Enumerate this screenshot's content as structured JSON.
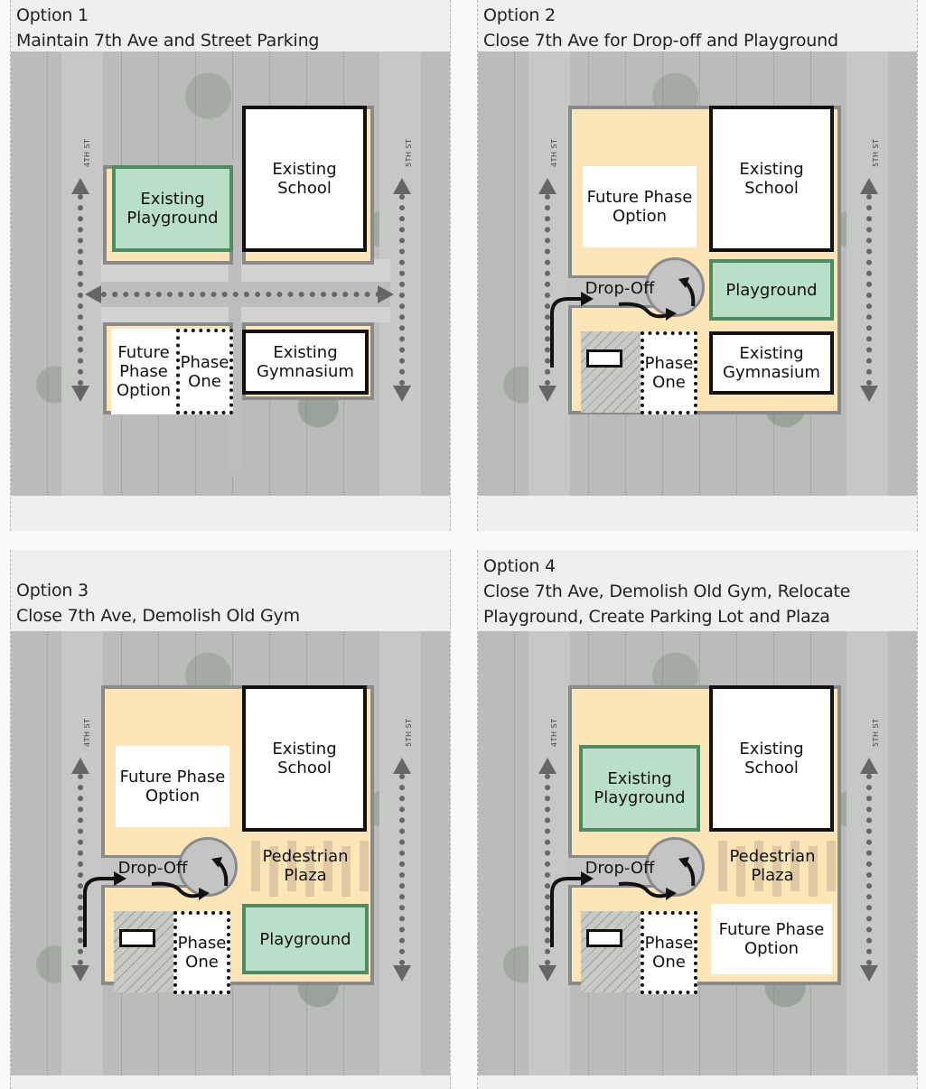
{
  "options": [
    {
      "number": "Option 1",
      "title": "Maintain 7th Ave and Street Parking",
      "labels": {
        "school": "Existing School",
        "playground": "Existing Playground",
        "gym": "Existing Gymnasium",
        "future": "Future Phase Option",
        "phase": "Phase One"
      }
    },
    {
      "number": "Option 2",
      "title": "Close 7th Ave for Drop-off and Playground",
      "labels": {
        "school": "Existing School",
        "playground": "Playground",
        "gym": "Existing Gymnasium",
        "future": "Future Phase Option",
        "phase": "Phase One",
        "dropoff": "Drop-Off"
      }
    },
    {
      "number": "Option 3",
      "title": "Close 7th Ave, Demolish Old Gym",
      "labels": {
        "school": "Existing School",
        "playground": "Playground",
        "plaza": "Pedestrian Plaza",
        "future": "Future Phase Option",
        "phase": "Phase One",
        "dropoff": "Drop-Off"
      }
    },
    {
      "number": "Option 4",
      "title_line1": "Close 7th Ave, Demolish Old Gym, Relocate",
      "title_line2": "Playground, Create Parking Lot and Plaza",
      "labels": {
        "school": "Existing School",
        "playground": "Existing Playground",
        "plaza": "Pedestrian Plaza",
        "future": "Future Phase Option",
        "phase": "Phase One",
        "dropoff": "Drop-Off"
      }
    }
  ],
  "street_labels": {
    "west": "4TH ST",
    "east": "5TH ST"
  },
  "colors": {
    "playground_fill": "#b9dfc6",
    "playground_border": "#4e8a62",
    "site_fill": "#fde5b8",
    "arrow": "#666666",
    "panel_bg": "#eeeff0"
  }
}
